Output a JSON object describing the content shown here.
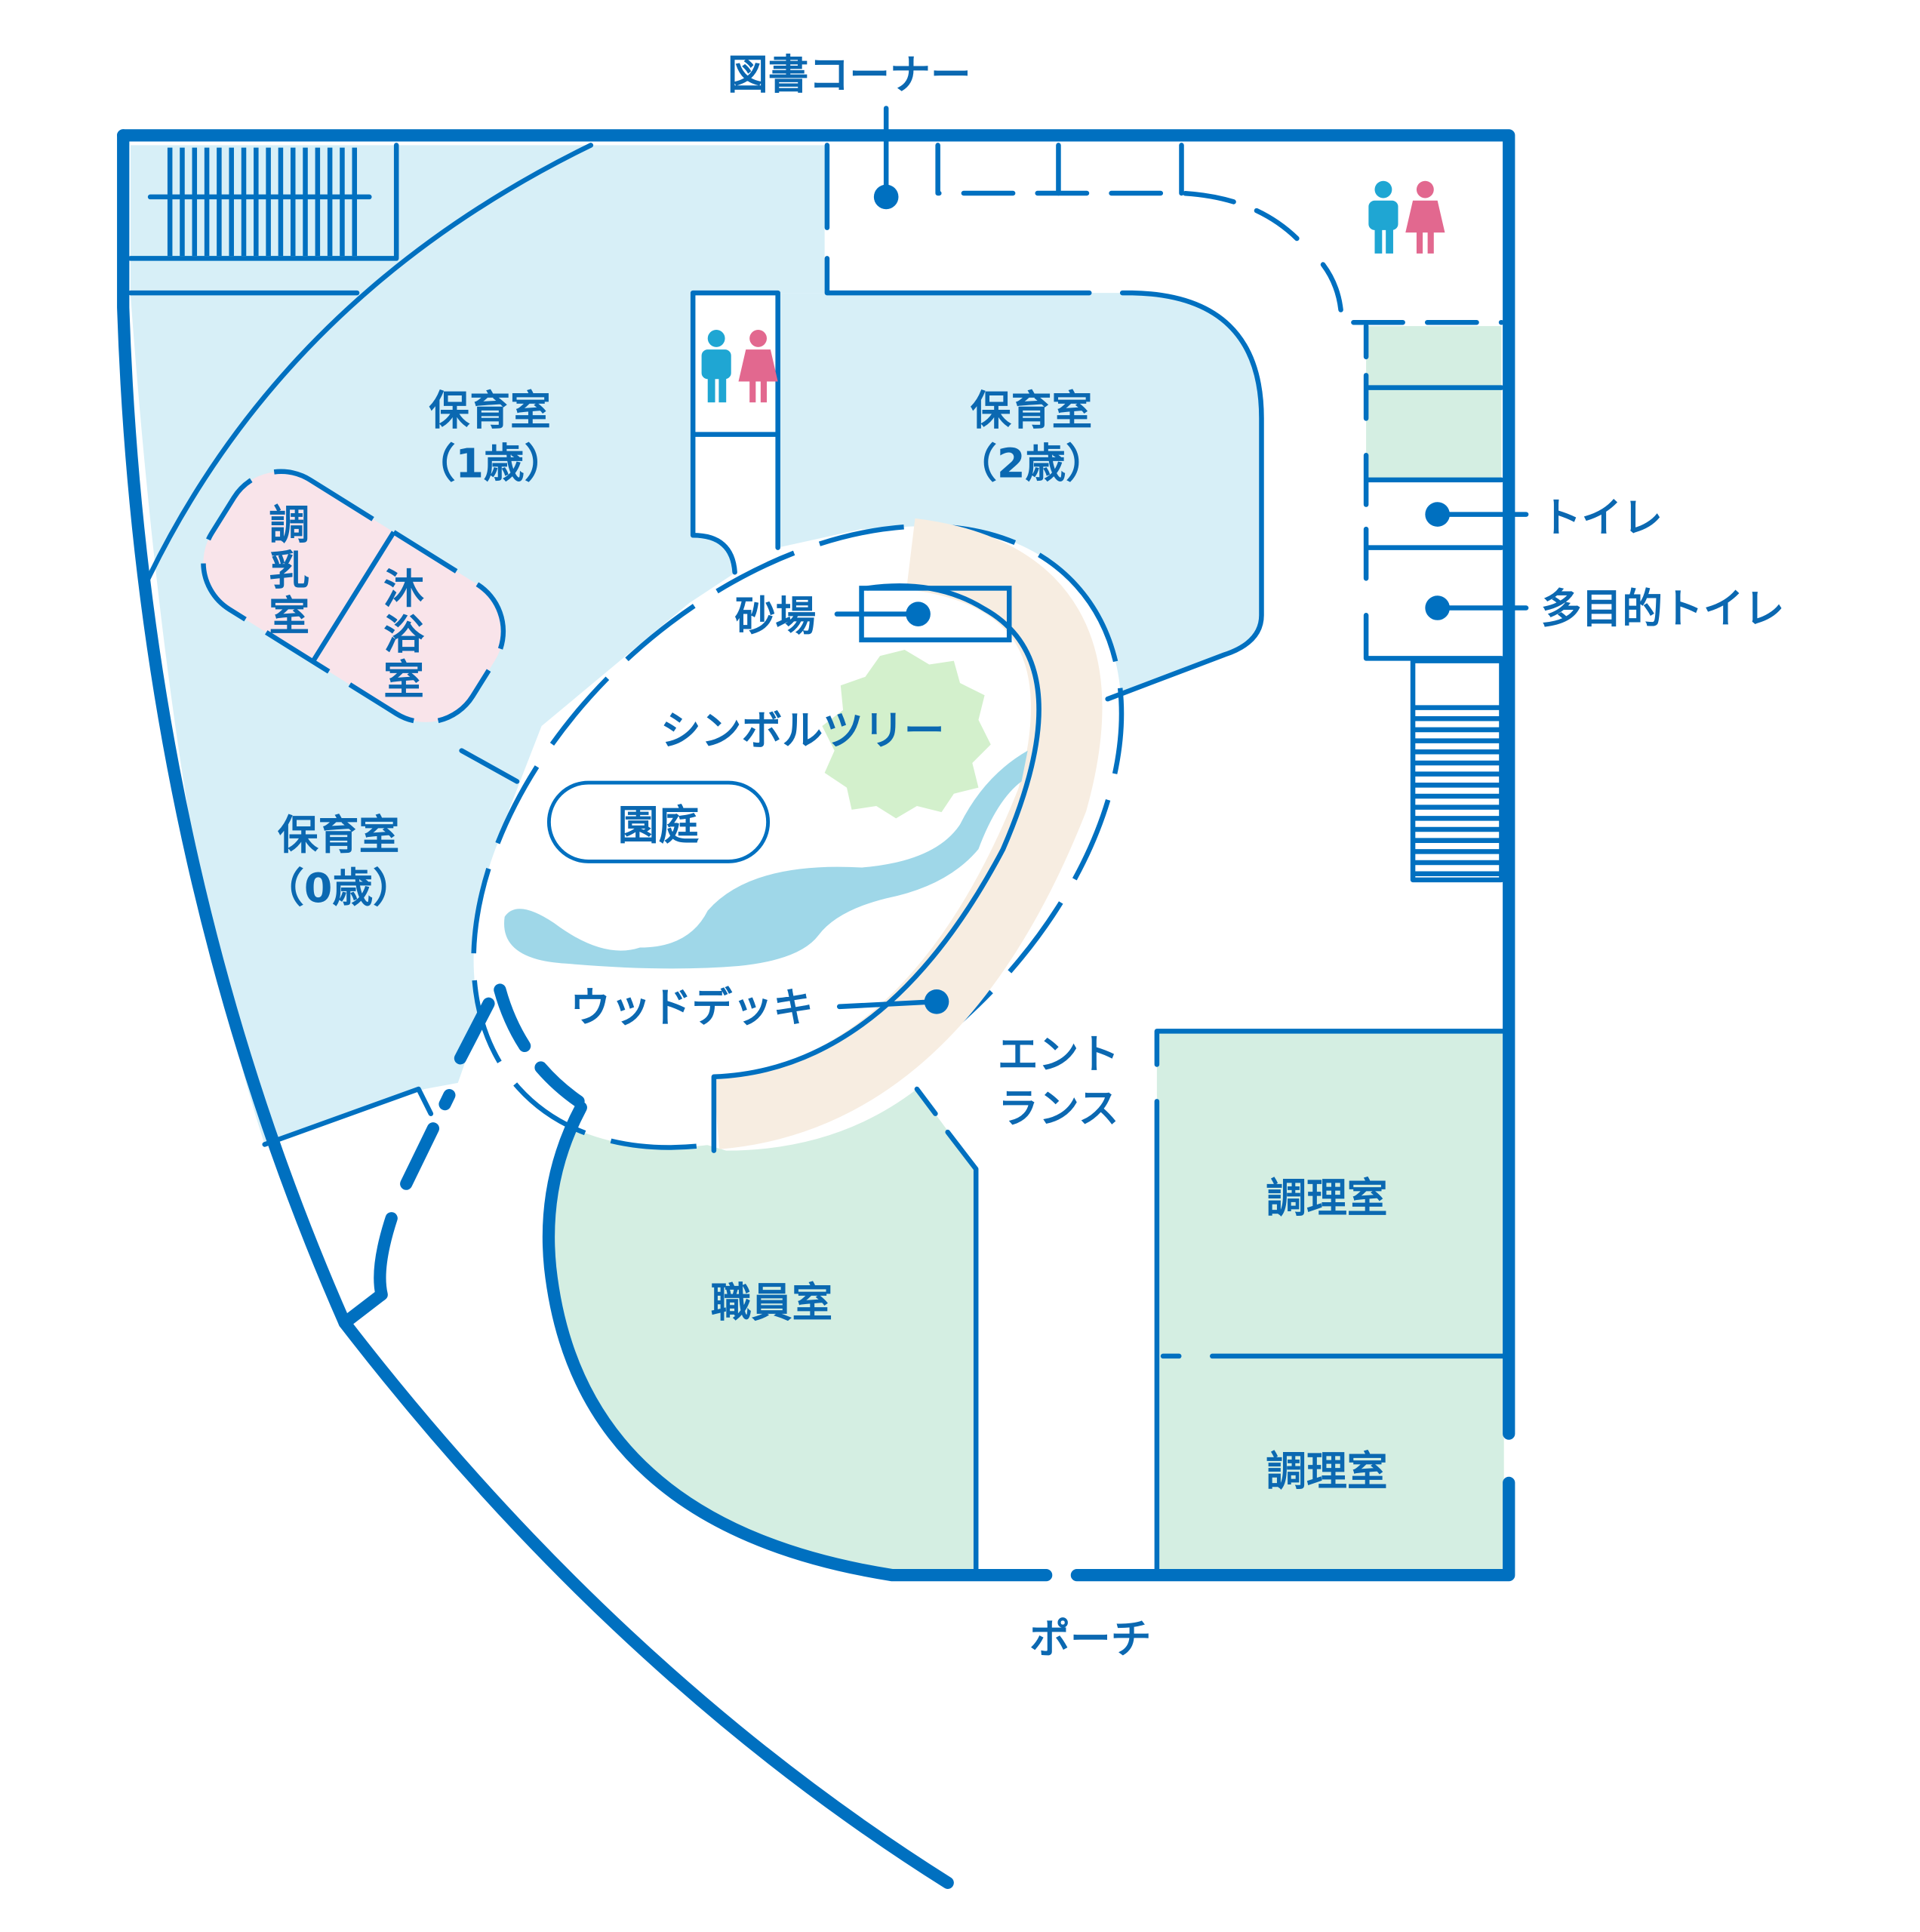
{
  "labels": {
    "library": "図書コーナー",
    "room_1yr_a": "保育室",
    "room_1yr_b": "（1歳）",
    "room_2yr_a": "保育室",
    "room_2yr_b": "（2歳）",
    "room_0yr_a": "保育室",
    "room_0yr_b": "（0歳）",
    "milk_room": [
      "調",
      "乳",
      "室"
    ],
    "bath_room": [
      "沐",
      "浴",
      "室"
    ],
    "sandbox": "砂場",
    "symbol_tree": "シンボルツリー",
    "garden": "園庭",
    "wood_deck": "ウッドデッキ",
    "entrance_a": "エント",
    "entrance_b": "ランス",
    "toilet": "トイレ",
    "multi_toilet": "多目的トイレ",
    "kitchen_1": "調理室",
    "kitchen_2": "調理室",
    "staff_room": "職員室",
    "porch": "ポーチ"
  },
  "icons": [
    "restroom-male-icon",
    "restroom-female-icon"
  ],
  "colors": {
    "wall": "#0070c0",
    "nursery": "#d7eff7",
    "office": "#d4eee2",
    "pink": "#f9e4ea",
    "deck": "#f7ede1",
    "pond": "#9fd7e8",
    "tree": "#d3f0cc",
    "male": "#1fa6d3",
    "female": "#e2688f"
  }
}
